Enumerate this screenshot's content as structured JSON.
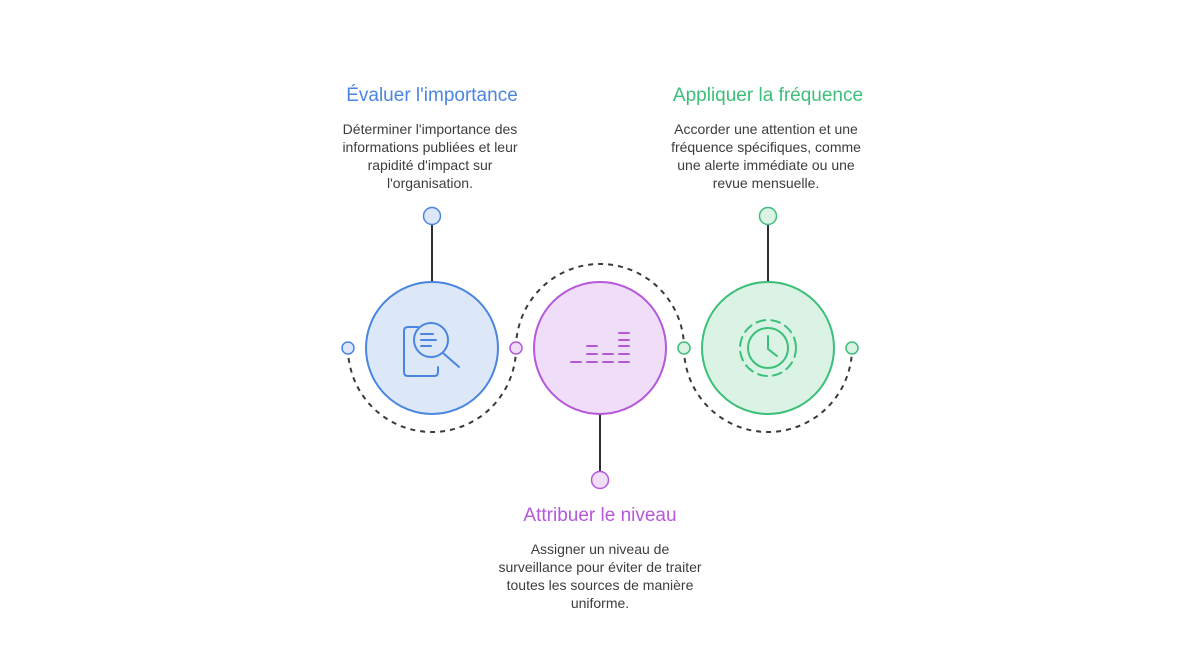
{
  "steps": [
    {
      "title": "Évaluer l'importance",
      "description": "Déterminer l'importance des informations publiées et leur rapidité d'impact sur l'organisation.",
      "icon": "document-search-icon",
      "color": "#4a86e0",
      "fill": "#dce7f8"
    },
    {
      "title": "Attribuer le niveau",
      "description": "Assigner un niveau de surveillance pour éviter de traiter toutes les sources de manière uniforme.",
      "icon": "level-bars-icon",
      "color": "#b558db",
      "fill": "#f0def8"
    },
    {
      "title": "Appliquer la fréquence",
      "description": "Accorder une attention et une fréquence spécifiques, comme une alerte immédiate ou une revue mensuelle.",
      "icon": "clock-icon",
      "color": "#3cbf7a",
      "fill": "#daf3e5"
    }
  ]
}
